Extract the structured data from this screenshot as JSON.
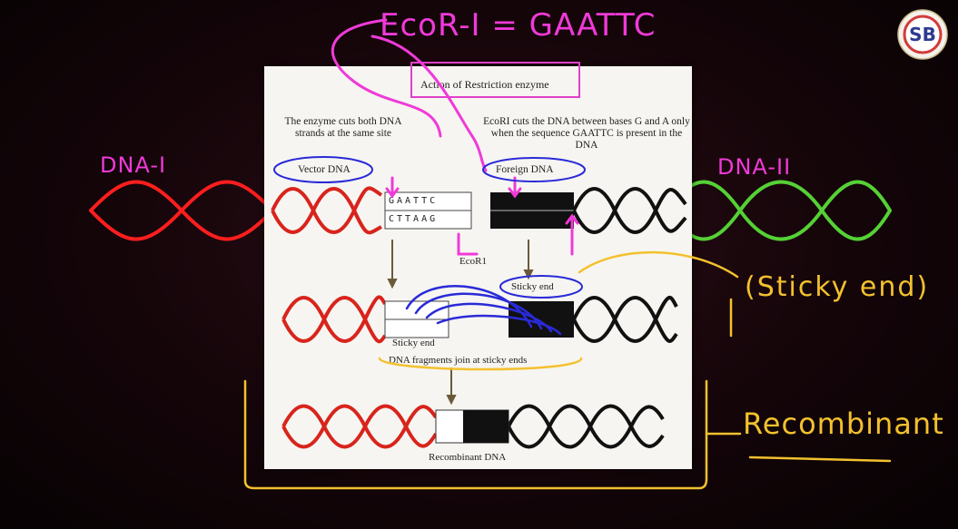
{
  "panel": {
    "title": "Action of Restriction enzyme",
    "left_desc": "The enzyme cuts both DNA strands at the same site",
    "right_desc": "EcoRI cuts the DNA between bases G and A only when the sequence GAATTC is present in the DNA",
    "vector_label": "Vector DNA",
    "foreign_label": "Foreign DNA",
    "enzyme_label": "EcoR1",
    "sticky_end_1": "Sticky end",
    "sticky_end_2": "Sticky end",
    "join_label": "DNA fragments join at sticky ends",
    "recombinant_label": "Recombinant DNA",
    "seq_top": "GAATTC",
    "seq_bottom": "CTTAAG"
  },
  "annotations": {
    "enzyme_title": "EcoR-I = GAATTC",
    "dna_left": "DNA-I",
    "dna_right": "DNA-II",
    "sticky_end": "(Sticky end)",
    "recombinant": "Recombinant"
  },
  "logo": {
    "text": "SB"
  },
  "colors": {
    "handwriting_pink": "#f03ad8",
    "handwriting_yellow": "#f3c12e",
    "dna_left": "#ff1e1e",
    "dna_right": "#55d135",
    "dna_print": "#d8241c",
    "arrows_blue": "#2a2ad8"
  }
}
